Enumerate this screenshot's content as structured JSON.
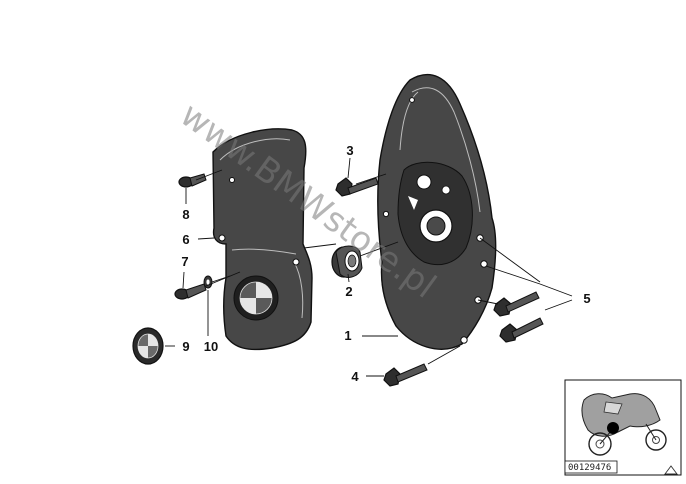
{
  "callouts": {
    "c1": "1",
    "c2": "2",
    "c3": "3",
    "c4": "4",
    "c5": "5",
    "c6": "6",
    "c7": "7",
    "c8": "8",
    "c9": "9",
    "c10": "10"
  },
  "watermark": "www.BMWstore.pl",
  "reference_number": "00129476",
  "icons": {
    "corner_mark": "triangle-icon",
    "locator": "motorcycle-locator-icon"
  },
  "colors": {
    "part_fill": "#474747",
    "outline": "#111111",
    "background": "#ffffff",
    "locator_dot": "#000000"
  }
}
